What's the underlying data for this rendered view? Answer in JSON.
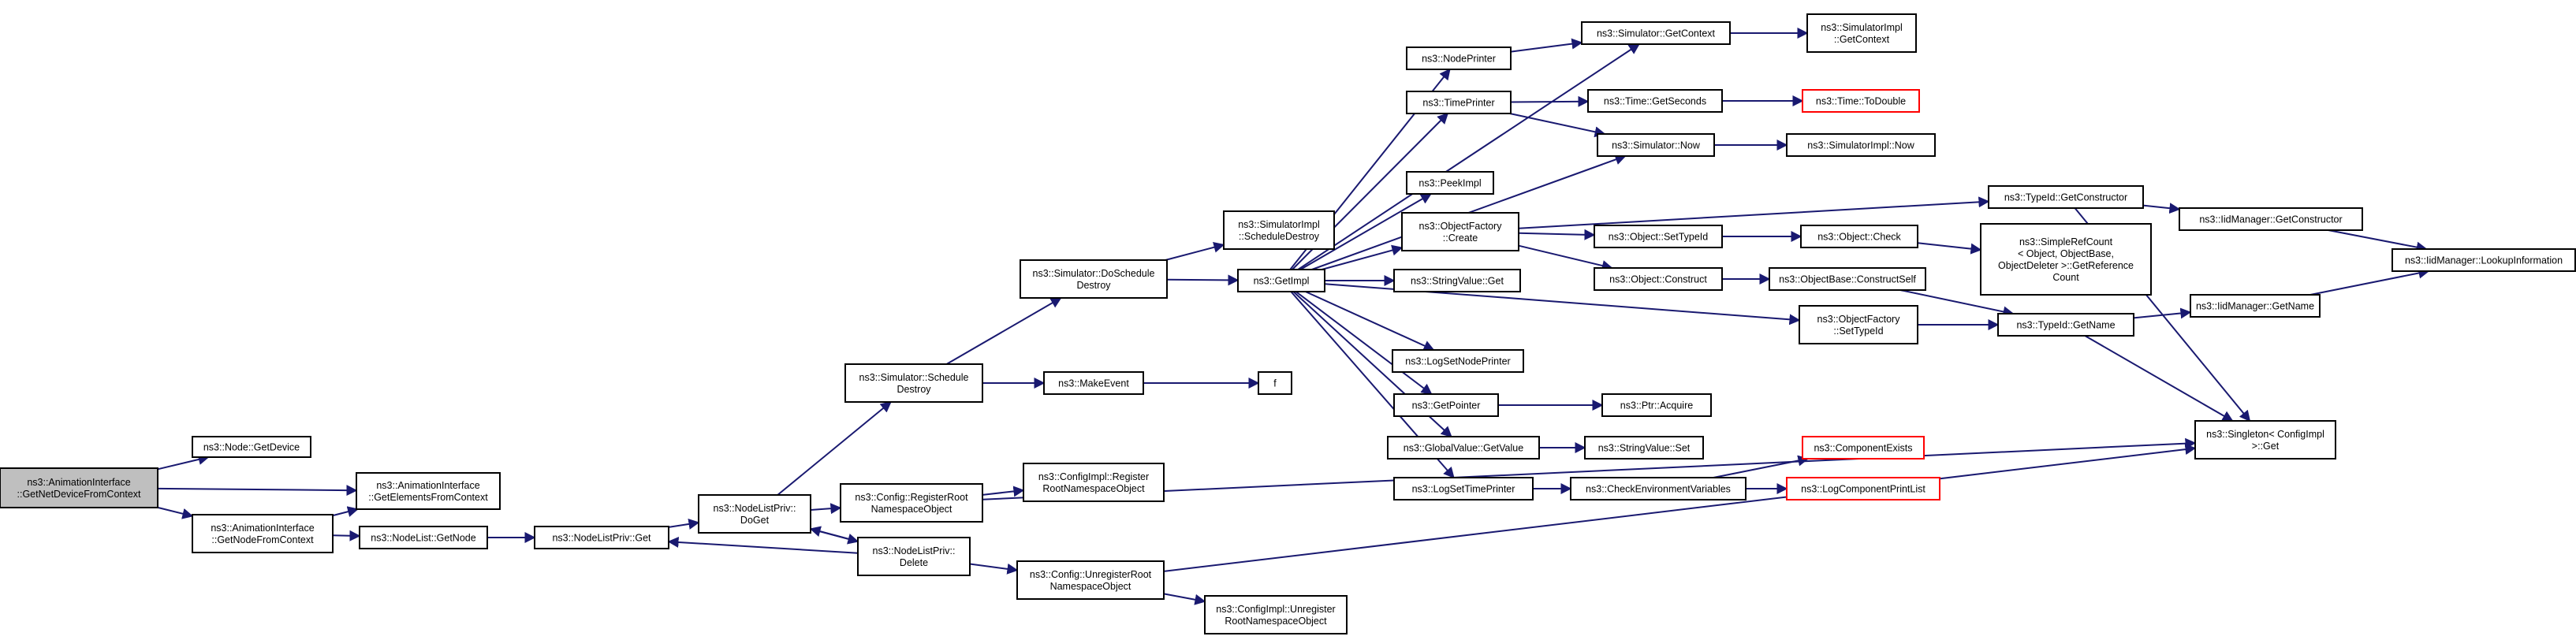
{
  "colors": {
    "edge": "#191970",
    "root_fill": "#bfbfbf",
    "node_border": "#000000",
    "missing_border": "#ff0000",
    "background": "#ffffff"
  },
  "nodes": {
    "root": [
      "ns3::AnimationInterface",
      "::GetNetDeviceFromContext"
    ],
    "node_getdevice": [
      "ns3::Node::GetDevice"
    ],
    "anim_getelements": [
      "ns3::AnimationInterface",
      "::GetElementsFromContext"
    ],
    "anim_getnode": [
      "ns3::AnimationInterface",
      "::GetNodeFromContext"
    ],
    "nodelist_getnode": [
      "ns3::NodeList::GetNode"
    ],
    "nodelistpriv_get": [
      "ns3::NodeListPriv::Get"
    ],
    "nodelistpriv_doget": [
      "ns3::NodeListPriv::",
      "DoGet"
    ],
    "nodelistpriv_delete": [
      "ns3::NodeListPriv::",
      "Delete"
    ],
    "sim_scheduledestroy": [
      "ns3::Simulator::Schedule",
      "Destroy"
    ],
    "config_register": [
      "ns3::Config::RegisterRoot",
      "NamespaceObject"
    ],
    "configimpl_register": [
      "ns3::ConfigImpl::Register",
      "RootNamespaceObject"
    ],
    "config_unregister": [
      "ns3::Config::UnregisterRoot",
      "NamespaceObject"
    ],
    "configimpl_unregister": [
      "ns3::ConfigImpl::Unregister",
      "RootNamespaceObject"
    ],
    "sim_doscheduledestroy": [
      "ns3::Simulator::DoSchedule",
      "Destroy"
    ],
    "makeevent": [
      "ns3::MakeEvent"
    ],
    "f": [
      "f"
    ],
    "simimpl_scheduledestroy": [
      "ns3::SimulatorImpl",
      "::ScheduleDestroy"
    ],
    "getimpl": [
      "ns3::GetImpl"
    ],
    "nodeprinter": [
      "ns3::NodePrinter"
    ],
    "timeprinter": [
      "ns3::TimePrinter"
    ],
    "peekimpl": [
      "ns3::PeekImpl"
    ],
    "objfactory_create": [
      "ns3::ObjectFactory",
      "::Create"
    ],
    "stringvalue_get": [
      "ns3::StringValue::Get"
    ],
    "logsetnodeprinter": [
      "ns3::LogSetNodePrinter"
    ],
    "getpointer": [
      "ns3::GetPointer"
    ],
    "globalvalue_getvalue": [
      "ns3::GlobalValue::GetValue"
    ],
    "logsettimeprinter": [
      "ns3::LogSetTimePrinter"
    ],
    "sim_getcontext": [
      "ns3::Simulator::GetContext"
    ],
    "simimpl_getcontext": [
      "ns3::SimulatorImpl",
      "::GetContext"
    ],
    "time_getseconds": [
      "ns3::Time::GetSeconds"
    ],
    "time_todouble": [
      "ns3::Time::ToDouble"
    ],
    "sim_now": [
      "ns3::Simulator::Now"
    ],
    "simimpl_now": [
      "ns3::SimulatorImpl::Now"
    ],
    "object_settypeid": [
      "ns3::Object::SetTypeId"
    ],
    "object_construct": [
      "ns3::Object::Construct"
    ],
    "object_check": [
      "ns3::Object::Check"
    ],
    "simplerefcount": [
      "ns3::SimpleRefCount",
      "< Object, ObjectBase,",
      "ObjectDeleter >::GetReference",
      "Count"
    ],
    "objectbase_constructself": [
      "ns3::ObjectBase::ConstructSelf"
    ],
    "objfactory_settypeid": [
      "ns3::ObjectFactory",
      "::SetTypeId"
    ],
    "typeid_getconstructor": [
      "ns3::TypeId::GetConstructor"
    ],
    "typeid_getname": [
      "ns3::TypeId::GetName"
    ],
    "iidmanager_getconstructor": [
      "ns3::IidManager::GetConstructor"
    ],
    "iidmanager_getname": [
      "ns3::IidManager::GetName"
    ],
    "iidmanager_lookupinfo": [
      "ns3::IidManager::LookupInformation"
    ],
    "singleton_get": [
      "ns3::Singleton< ConfigImpl",
      " >::Get"
    ],
    "ptr_acquire": [
      "ns3::Ptr::Acquire"
    ],
    "stringvalue_set": [
      "ns3::StringValue::Set"
    ],
    "checkenvvars": [
      "ns3::CheckEnvironmentVariables"
    ],
    "componentexists": [
      "ns3::ComponentExists"
    ],
    "logcomponentprintlist": [
      "ns3::LogComponentPrintList"
    ]
  }
}
